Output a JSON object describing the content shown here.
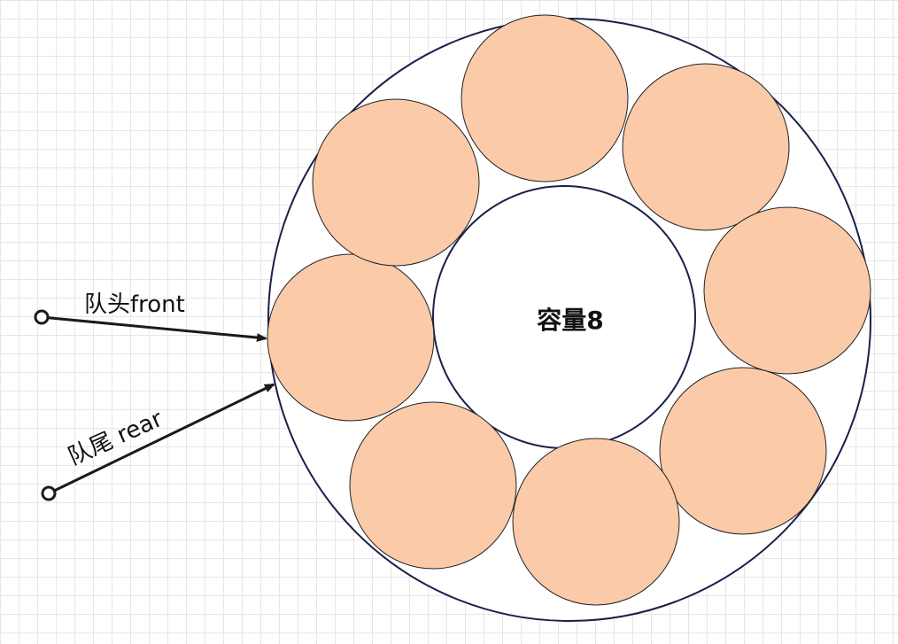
{
  "diagram": {
    "center_label": "容量8",
    "slot_count": 8,
    "front_label": "队头front",
    "rear_label": "队尾 rear",
    "colors": {
      "ring_stroke": "#1b1f4b",
      "slot_fill": "#fbcaa8",
      "slot_stroke": "#222222",
      "arrow": "#1a1a1a",
      "grid": "#e6e6e6"
    }
  }
}
